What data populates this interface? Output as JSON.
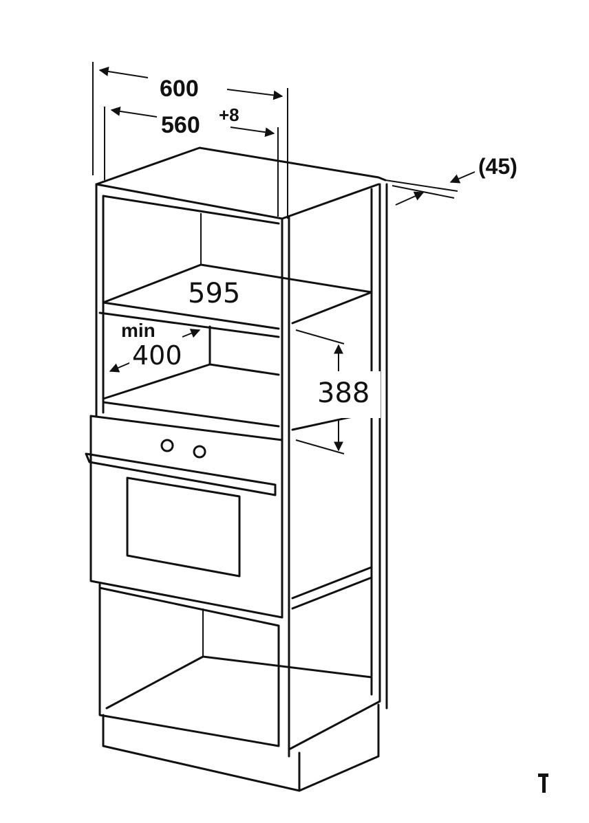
{
  "dimensions": {
    "overall_width": "600",
    "niche_width": "560",
    "niche_width_tolerance": "+8",
    "rear_gap": "(45)",
    "niche_depth": "595",
    "min_label": "min",
    "min_height": "400",
    "niche_height": "388"
  },
  "colors": {
    "line": "#111111",
    "background": "#ffffff"
  }
}
